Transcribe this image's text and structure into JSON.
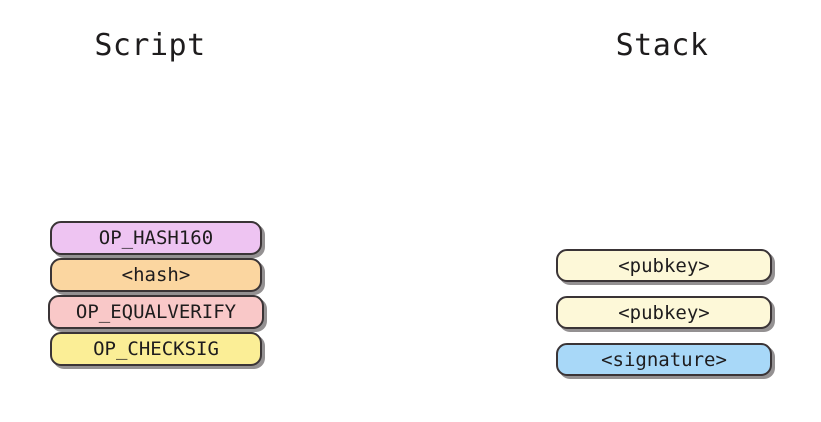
{
  "diagram": {
    "type": "bitcoin-script-execution",
    "background": "#ffffff",
    "columns": [
      {
        "id": "script",
        "title": "Script",
        "items": [
          {
            "label": "OP_HASH160",
            "color": "#eec4f2"
          },
          {
            "label": "<hash>",
            "color": "#fbd6a0"
          },
          {
            "label": "OP_EQUALVERIFY",
            "color": "#f9c8c8"
          },
          {
            "label": "OP_CHECKSIG",
            "color": "#fbee96"
          }
        ]
      },
      {
        "id": "stack",
        "title": "Stack",
        "items": [
          {
            "label": "<pubkey>",
            "color": "#fdf8d8"
          },
          {
            "label": "<pubkey>",
            "color": "#fdf8d8"
          },
          {
            "label": "<signature>",
            "color": "#a8d8f8"
          }
        ]
      }
    ],
    "style": {
      "border_color": "#3a3436",
      "text_color": "#1e1c1d",
      "shadow_color": "#3c3739"
    }
  }
}
